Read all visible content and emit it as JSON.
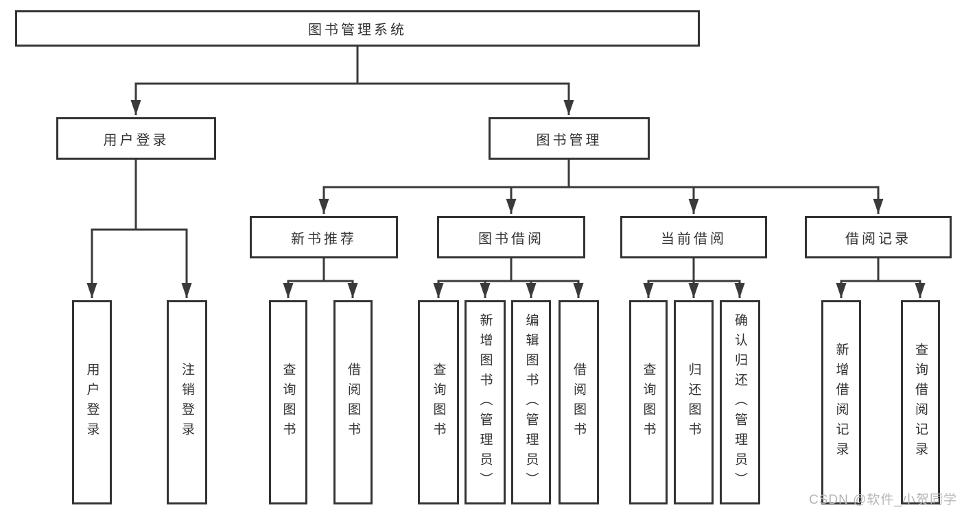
{
  "tree": {
    "root": {
      "label": "图书管理系统"
    },
    "user": {
      "label": "用户登录",
      "children": [
        {
          "label": "用户登录"
        },
        {
          "label": "注销登录"
        }
      ]
    },
    "mgmt": {
      "label": "图书管理",
      "sections": [
        {
          "label": "新书推荐",
          "children": [
            {
              "label": "查询图书"
            },
            {
              "label": "借阅图书"
            }
          ]
        },
        {
          "label": "图书借阅",
          "children": [
            {
              "label": "查询图书"
            },
            {
              "label": "新增图书（管理员）"
            },
            {
              "label": "编辑图书（管理员）"
            },
            {
              "label": "借阅图书"
            }
          ]
        },
        {
          "label": "当前借阅",
          "children": [
            {
              "label": "查询图书"
            },
            {
              "label": "归还图书"
            },
            {
              "label": "确认归还（管理员）"
            }
          ]
        },
        {
          "label": "借阅记录",
          "children": [
            {
              "label": "新增借阅记录"
            },
            {
              "label": "查询借阅记录"
            }
          ]
        }
      ]
    }
  },
  "watermark": {
    "text": "CSDN @软件_小贺同学"
  },
  "colors": {
    "line": "#3a3a3a",
    "border": "#333333",
    "text": "#333333",
    "watermark": "#b5b5b5",
    "background": "#ffffff"
  }
}
